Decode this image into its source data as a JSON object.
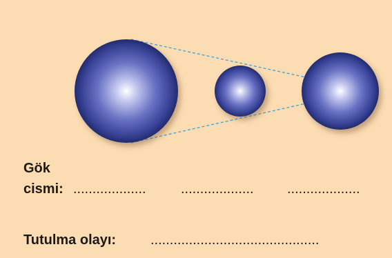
{
  "bodies": [
    {
      "name": "large-sphere"
    },
    {
      "name": "small-sphere"
    },
    {
      "name": "medium-sphere"
    }
  ],
  "colors": {
    "background": "#fcdcb3",
    "sphere_dark": "#24307a",
    "sphere_mid": "#4a57b0",
    "sphere_light": "#ffffff",
    "tangent_line": "#3aa3d8",
    "text": "#1a1a1a"
  },
  "labels": {
    "gok_line1": "Gök",
    "gok_line2": "cismi:",
    "blank1": "...................",
    "blank2": "...................",
    "blank3": "...................",
    "tutulma": "Tutulma olayı:",
    "blank4": "............................................"
  }
}
